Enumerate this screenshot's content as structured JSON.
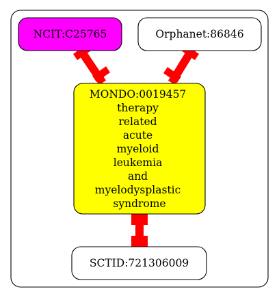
{
  "nodes": {
    "ncit": {
      "label": "NCIT:C25765",
      "fill": "#ff00ff"
    },
    "orphanet": {
      "label": "Orphanet:86846",
      "fill": "#ffffff"
    },
    "mondo": {
      "lines": [
        "MONDO:0019457",
        "therapy",
        "related",
        "acute",
        "myeloid",
        "leukemia",
        "and",
        "myelodysplastic",
        "syndrome"
      ],
      "fill": "#ffff00"
    },
    "sctid": {
      "label": "SCTID:721306009",
      "fill": "#ffffff"
    }
  },
  "colors": {
    "edge": "#ff0000",
    "stroke": "#000000"
  }
}
